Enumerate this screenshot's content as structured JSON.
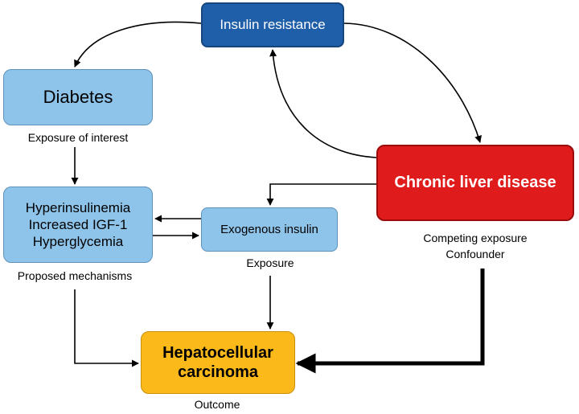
{
  "nodes": {
    "insulin_resistance": "Insulin resistance",
    "diabetes": "Diabetes",
    "mechanisms": [
      "Hyperinsulinemia",
      "Increased IGF-1",
      "Hyperglycemia"
    ],
    "exogenous_insulin": "Exogenous insulin",
    "chronic_liver_disease": "Chronic liver disease",
    "hcc_lines": [
      "Hepatocellular",
      "carcinoma"
    ]
  },
  "labels": {
    "diabetes_role": "Exposure of interest",
    "mechanisms_role": "Proposed mechanisms",
    "exogenous_role": "Exposure",
    "cld_roles": [
      "Competing exposure",
      "Confounder"
    ],
    "hcc_role": "Outcome"
  },
  "colors": {
    "insulin_resistance": "#1f5ea8",
    "light_blue": "#8fc4ea",
    "chronic_liver_disease": "#e01b1b",
    "hcc": "#fbb91a"
  },
  "edges": [
    {
      "from": "Insulin resistance",
      "to": "Diabetes"
    },
    {
      "from": "Insulin resistance",
      "to": "Chronic liver disease"
    },
    {
      "from": "Chronic liver disease",
      "to": "Insulin resistance"
    },
    {
      "from": "Diabetes",
      "to": "Hyperinsulinemia / Increased IGF-1 / Hyperglycemia"
    },
    {
      "from": "Hyperinsulinemia / Increased IGF-1 / Hyperglycemia",
      "to": "Exogenous insulin"
    },
    {
      "from": "Exogenous insulin",
      "to": "Hyperinsulinemia / Increased IGF-1 / Hyperglycemia"
    },
    {
      "from": "Chronic liver disease",
      "to": "Exogenous insulin"
    },
    {
      "from": "Hyperinsulinemia / Increased IGF-1 / Hyperglycemia",
      "to": "Hepatocellular carcinoma"
    },
    {
      "from": "Exogenous insulin",
      "to": "Hepatocellular carcinoma"
    },
    {
      "from": "Chronic liver disease",
      "to": "Hepatocellular carcinoma",
      "emphasis": "thick"
    }
  ]
}
